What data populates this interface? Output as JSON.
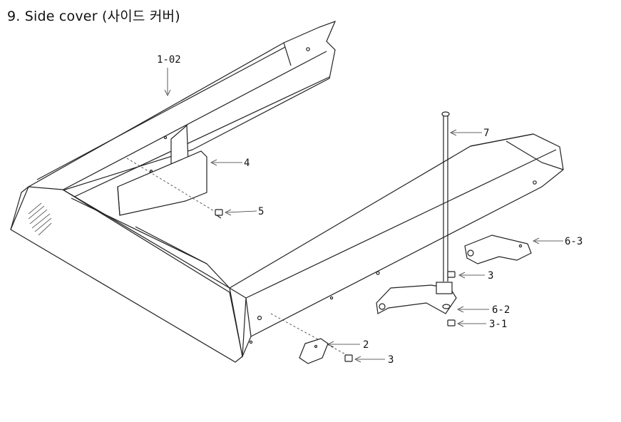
{
  "title": "9. Side cover (사이드 커버)",
  "callouts": {
    "frame": "1-02",
    "side_cover": "4",
    "bolt_upper": "5",
    "rod": "7",
    "bracket_right": "6-3",
    "nut_upper": "3",
    "bracket_lower": "6-2",
    "nut_lower": "3-1",
    "cap_plate": "2",
    "nut_front": "3"
  }
}
